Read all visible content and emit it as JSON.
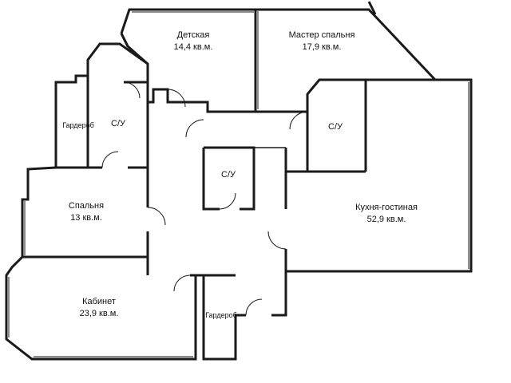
{
  "rooms": {
    "detskaya": {
      "name": "Детская",
      "area": "14,4 кв.м."
    },
    "master": {
      "name": "Мастер спальня",
      "area": "17,9 кв.м."
    },
    "su_left": {
      "name": "С/У"
    },
    "garderob_left": {
      "name": "Гардероб"
    },
    "su_center": {
      "name": "С/У"
    },
    "su_right": {
      "name": "С/У"
    },
    "spalnya": {
      "name": "Спальня",
      "area": "13 кв.м."
    },
    "kitchen": {
      "name": "Кухня-гостиная",
      "area": "52,9 кв.м."
    },
    "kabinet": {
      "name": "Кабинет",
      "area": "23,9 кв.м."
    },
    "garderob_bottom": {
      "name": "Гардероб"
    }
  }
}
